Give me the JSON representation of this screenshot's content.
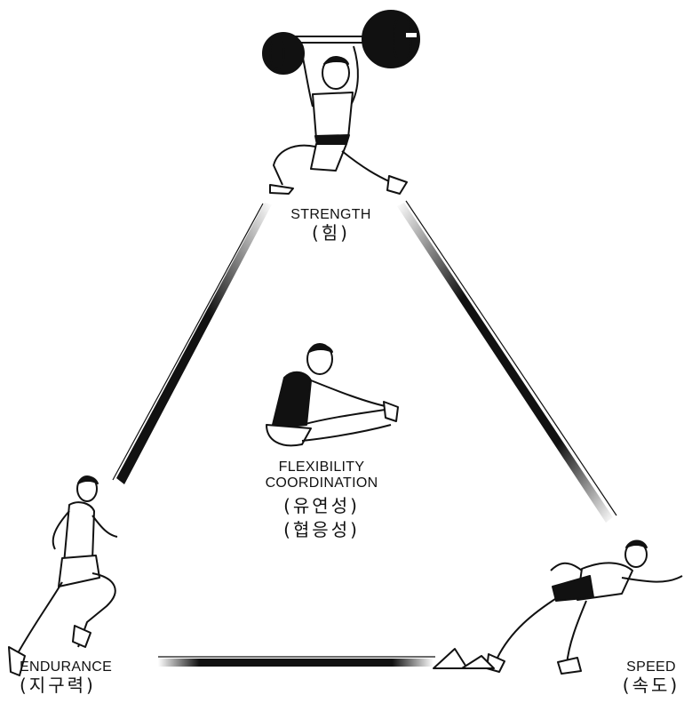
{
  "labels": {
    "strength": {
      "en": "STRENGTH",
      "ko": "(힘)"
    },
    "flexibility": {
      "en1": "FLEXIBILITY",
      "en2": "COORDINATION",
      "ko1": "(유연성)",
      "ko2": "(협응성)"
    },
    "endurance": {
      "en": "ENDURANCE",
      "ko": "(지구력)"
    },
    "speed": {
      "en": "SPEED",
      "ko": "(속도)"
    }
  },
  "figures": [
    "weightlifter",
    "stretching-athlete",
    "runner",
    "sprinter"
  ],
  "colors": {
    "ink": "#111111",
    "paper": "#ffffff"
  }
}
